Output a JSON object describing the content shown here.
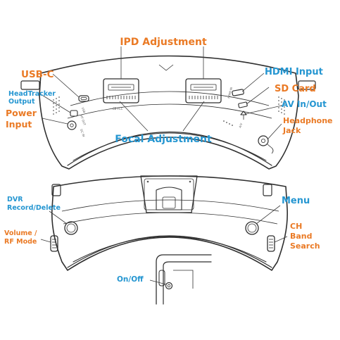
{
  "labels": {
    "ipd_adjustment": "IPD Adjustment",
    "usb_c": "USB-C",
    "hdmi_input": "HDMI Input",
    "headtracker_output_line1": "HeadTracker",
    "headtracker_output_line2": "Output",
    "sd_card": "SD Card",
    "power_input_line1": "Power",
    "power_input_line2": "Input",
    "av_in_out": "AV In/Out",
    "headphone_jack_line1": "Headphone",
    "headphone_jack_line2": "Jack",
    "focal_adjustment": "Focal Adjustment",
    "dvr_line1": "DVR",
    "dvr_line2": "Record/Delete",
    "menu": "Menu",
    "volume_line1": "Volume /",
    "volume_line2": "RF Mode",
    "ch_line1": "CH",
    "ch_line2": "Band",
    "ch_line3": "Search",
    "on_off": "On/Off"
  },
  "device_markings": {
    "ht_out": "HT OUT",
    "usb": "USB",
    "dc_in": "DC IN",
    "hdmi_in": "HDMI IN",
    "av": "A/V",
    "ce_fcc": "CE FCC"
  },
  "colors": {
    "orange_label": "#ea7a25",
    "blue_label": "#2596d1",
    "outline": "#2f2f2f"
  }
}
